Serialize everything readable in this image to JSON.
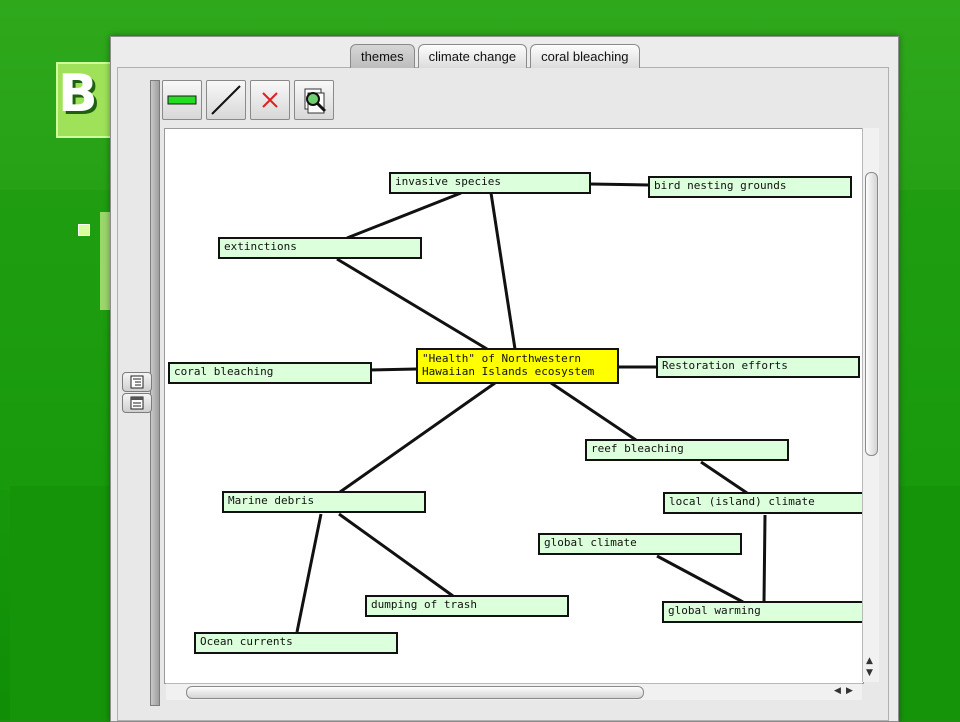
{
  "slide": {
    "title_fragment": "B",
    "accent": "#9fe25a"
  },
  "tabs": [
    {
      "label": "themes",
      "active": true
    },
    {
      "label": "climate change",
      "active": false
    },
    {
      "label": "coral bleaching",
      "active": false
    }
  ],
  "toolbar": {
    "tools": [
      {
        "icon": "add-node-icon"
      },
      {
        "icon": "draw-link-icon"
      },
      {
        "icon": "delete-icon"
      },
      {
        "icon": "find-icon"
      }
    ]
  },
  "side_buttons": [
    {
      "icon": "tree-view-icon"
    },
    {
      "icon": "list-view-icon"
    }
  ],
  "concept_map": {
    "center": "\"Health\" of Northwestern\nHawaiian Islands ecosystem",
    "nodes": {
      "invasive_species": "invasive species",
      "bird_nesting_grounds": "bird nesting grounds",
      "extinctions": "extinctions",
      "coral_bleaching": "coral bleaching",
      "restoration_efforts": "Restoration efforts",
      "reef_bleaching": "reef bleaching",
      "marine_debris": "Marine debris",
      "local_climate": "local (island) climate",
      "global_climate": "global climate",
      "dumping_of_trash": "dumping of trash",
      "global_warming": "global warming",
      "ocean_currents": "Ocean currents"
    },
    "colors": {
      "node_fill": "#dcffdc",
      "center_fill": "#ffff00",
      "edge": "#111111"
    }
  }
}
